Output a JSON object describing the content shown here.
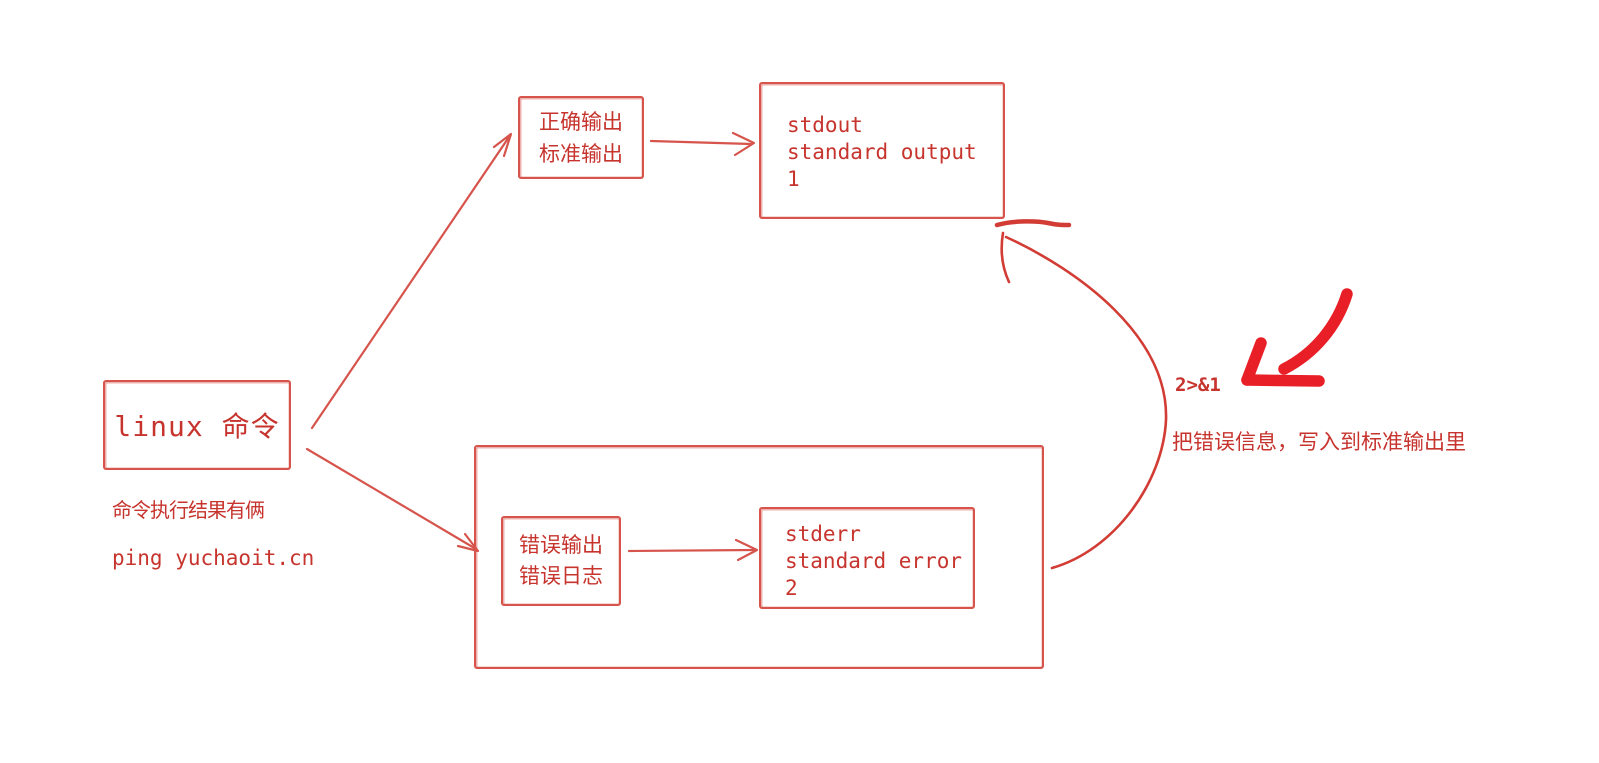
{
  "canvas": {
    "background": "#ffffff"
  },
  "colors": {
    "sketch_red": "#d6544c",
    "text_red": "#c7342e",
    "marker_red": "#e81f26"
  },
  "nodes": {
    "linux_command": {
      "label": "linux 命令"
    },
    "correct_output": {
      "lines": [
        "正确输出",
        "标准输出"
      ]
    },
    "stdout": {
      "lines": [
        "stdout",
        "standard output",
        "1"
      ]
    },
    "error_output": {
      "lines": [
        "错误输出",
        "错误日志"
      ]
    },
    "stderr": {
      "lines": [
        "stderr",
        "standard error",
        "2"
      ]
    }
  },
  "annotations": {
    "result_note": "命令执行结果有俩",
    "example_command": "ping yuchaoit.cn",
    "redirect_syntax": "2>&1",
    "redirect_explanation": "把错误信息，写入到标准输出里"
  }
}
